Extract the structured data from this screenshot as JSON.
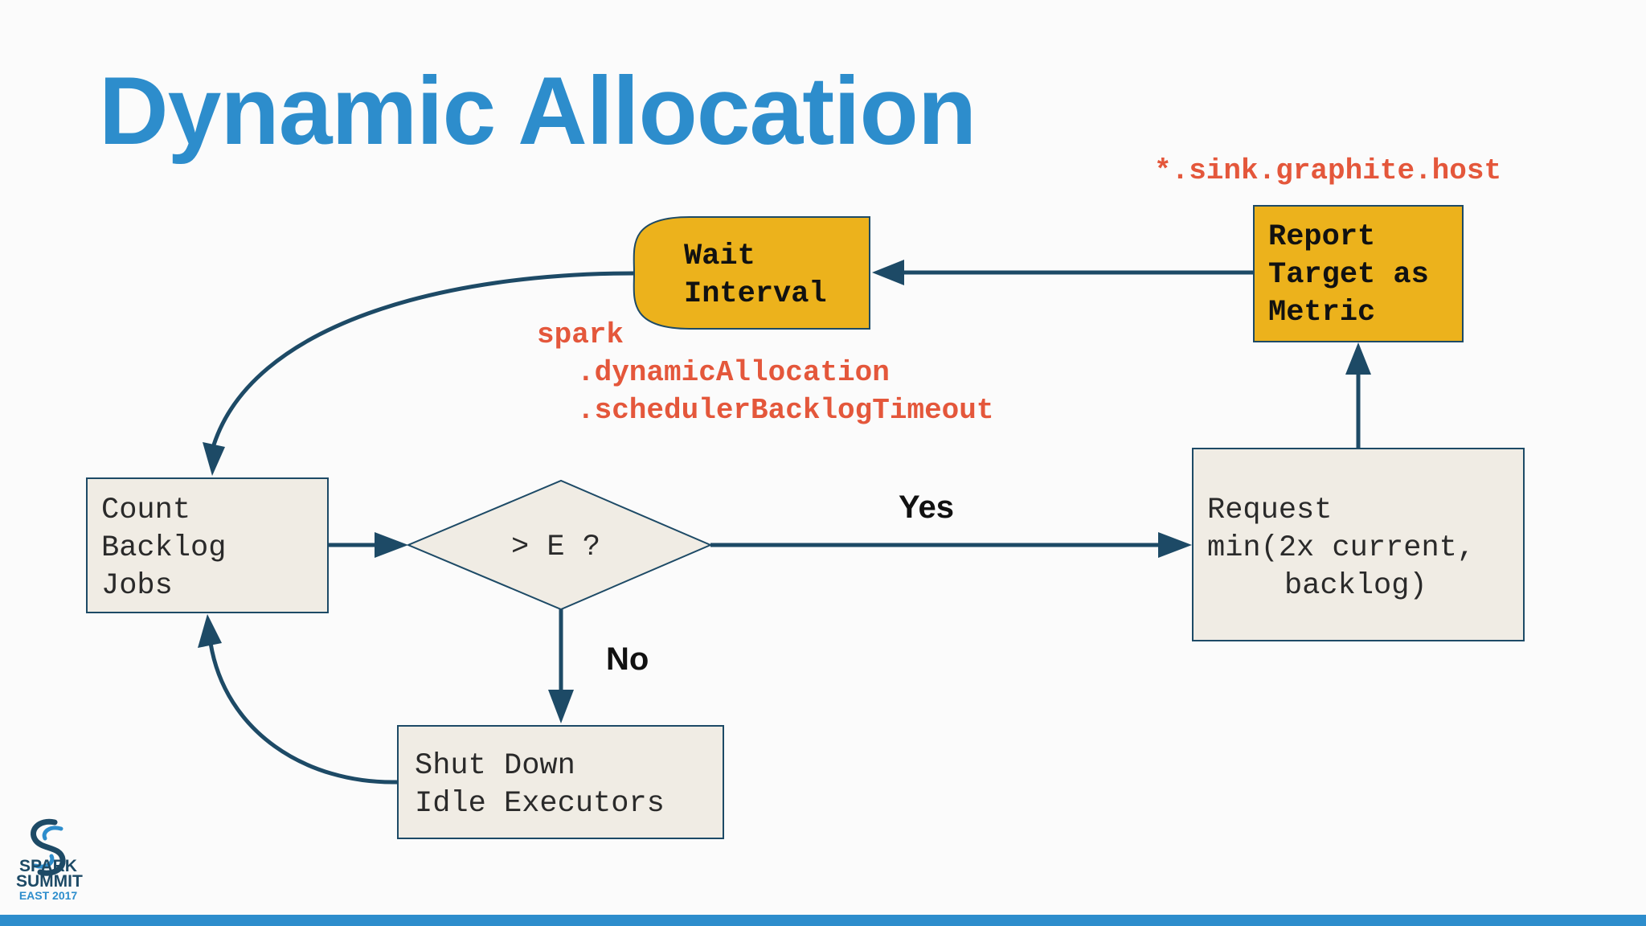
{
  "slide": {
    "title": "Dynamic Allocation",
    "colors": {
      "title": "#2d8dcc",
      "arrow": "#1d4a66",
      "highlight": "#ecb21c",
      "code": "#e4573b",
      "box": "#f0ece4"
    }
  },
  "nodes": {
    "count_backlog": [
      "Count",
      "Backlog",
      "Jobs"
    ],
    "decision": "> E ?",
    "request": [
      "Request",
      "min(2x current,",
      "backlog)"
    ],
    "report": [
      "Report",
      "Target as",
      "Metric"
    ],
    "wait": [
      "Wait",
      "Interval"
    ],
    "shutdown": [
      "Shut Down",
      "Idle Executors"
    ]
  },
  "edges": {
    "yes_label": "Yes",
    "no_label": "No"
  },
  "annotations": {
    "graphite": "*.sink.graphite.host",
    "backlog_timeout": [
      "spark",
      ".dynamicAllocation",
      ".schedulerBacklogTimeout"
    ]
  },
  "logo": {
    "line1": "SPARK",
    "line2": "SUMMIT",
    "line3": "EAST 2017",
    "icon": "spark-swirl-icon"
  }
}
